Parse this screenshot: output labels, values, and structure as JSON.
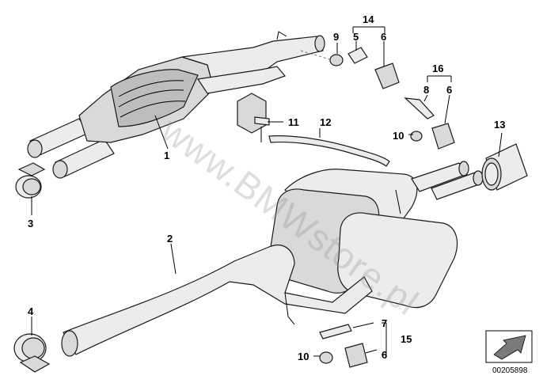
{
  "watermark": "www.BMWstore.pl",
  "reference_number": "00205898",
  "callouts": {
    "c1": "1",
    "c2": "2",
    "c3": "3",
    "c4": "4",
    "c5": "5",
    "c6a": "6",
    "c6b": "6",
    "c6c": "6",
    "c7": "7",
    "c8": "8",
    "c9": "9",
    "c10a": "10",
    "c10b": "10",
    "c11": "11",
    "c12": "12",
    "c13": "13",
    "c14": "14",
    "c15": "15",
    "c16": "16"
  },
  "icons": {
    "direction_arrow": "front-direction-arrow-icon"
  }
}
